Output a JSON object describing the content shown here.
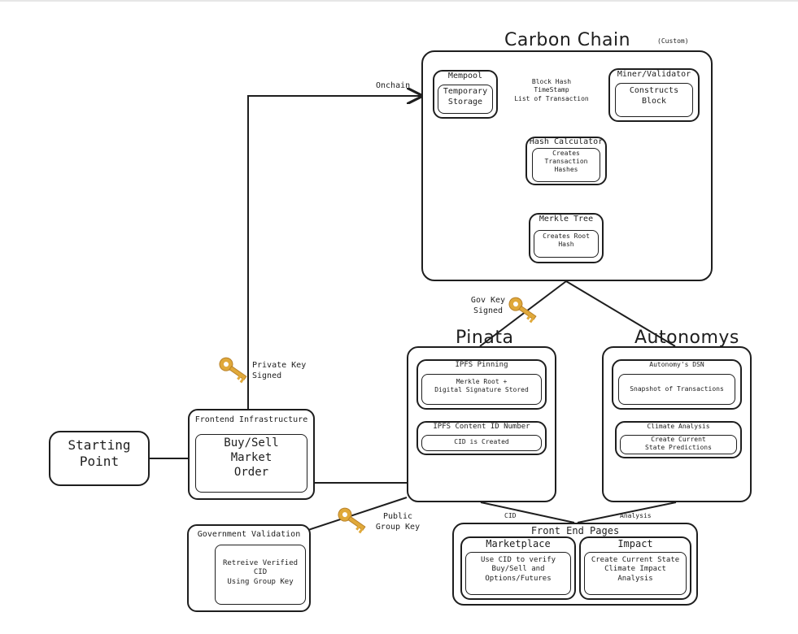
{
  "carbon_chain": {
    "title": "Carbon Chain",
    "subtitle": "(Custom)",
    "mempool": {
      "title": "Mempool",
      "inner": "Temporary\nStorage"
    },
    "edge_label": "Block Hash\nTimeStamp\nList of Transaction",
    "miner": {
      "title": "Miner/Validator",
      "inner": "Constructs\nBlock"
    },
    "hash_calc": {
      "title": "Hash Calculator",
      "inner": "Creates\nTransaction\nHashes"
    },
    "merkle": {
      "title": "Merkle Tree",
      "inner": "Creates Root\nHash"
    }
  },
  "onchain_label": "Onchain",
  "private_key_label": "Private Key\nSigned",
  "gov_key_label": "Gov Key\nSigned",
  "public_key_label": "Public\nGroup Key",
  "starting_point": {
    "label": "Starting\nPoint"
  },
  "frontend_infra": {
    "title": "Frontend Infrastructure",
    "inner": "Buy/Sell\nMarket\nOrder"
  },
  "pinata": {
    "title": "Pinata",
    "ipfs_pinning": {
      "title": "IPFS Pinning",
      "inner": "Merkle Root +\nDigital Signature Stored"
    },
    "ipfs_cid": {
      "title": "IPFS Content ID Number",
      "inner": "CID is Created"
    }
  },
  "autonomys": {
    "title": "Autonomys",
    "dsn": {
      "title": "Autonomy's DSN",
      "inner": "Snapshot of Transactions"
    },
    "climate": {
      "title": "Climate Analysis",
      "inner": "Create Current\nState Predictions"
    }
  },
  "cid_label": "CID",
  "analysis_label": "Analysis",
  "front_end_pages": {
    "title": "Front End Pages",
    "marketplace": {
      "title": "Marketplace",
      "inner": "Use  CID to verify\nBuy/Sell and\nOptions/Futures"
    },
    "impact": {
      "title": "Impact",
      "inner": "Create Current State\nClimate Impact\nAnalysis"
    }
  },
  "gov_validation": {
    "title": "Government Validation",
    "inner": "Retreive Verified\nCID\nUsing Group Key"
  },
  "icons": [
    "leaf-icon",
    "key-icon",
    "llama-icon",
    "autonomys-logo-icon",
    "person-sketch-icon"
  ],
  "colors": {
    "ink": "#1e1e1e",
    "leaf": "#5cb83c",
    "leaf_dark": "#3f9a2b",
    "key": "#e0a93a",
    "autonomys_blue": "#2f63b8"
  }
}
